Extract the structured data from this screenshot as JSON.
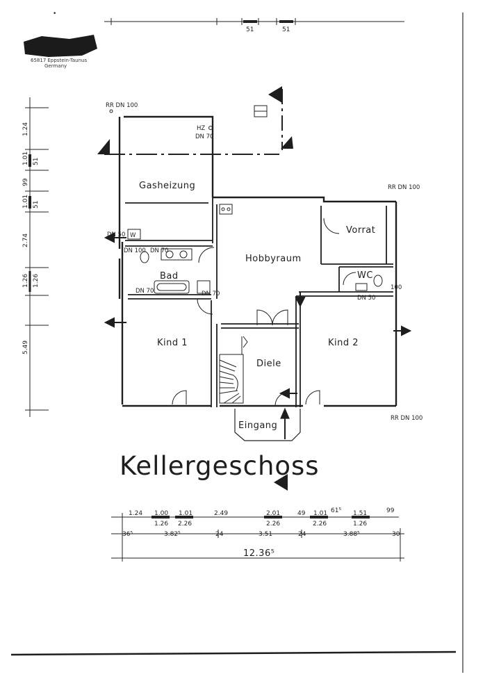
{
  "header": {
    "address_line1": "65817 Eppstein-Taunus",
    "address_line2": "Germany",
    "top_dims": [
      "51",
      "51"
    ]
  },
  "plan": {
    "title": "Kellergeschoss",
    "rooms": {
      "gasheizung": "Gasheizung",
      "hobbyraum": "Hobbyraum",
      "vorrat": "Vorrat",
      "bad": "Bad",
      "wc": "WC",
      "kind1": "Kind 1",
      "kind2": "Kind 2",
      "diele": "Diele",
      "eingang": "Eingang"
    },
    "notes": {
      "rr_top": "RR DN 100",
      "rr_right": "RR DN 100",
      "rr_bottom": "RR DN 100",
      "hz": "HZ",
      "hz_dn": "DN 70",
      "dn50_left": "DN 50",
      "w": "W",
      "dn100_bath": "DN 100",
      "dn70_bath": "DN 70",
      "dn70_tub": "DN 70",
      "dn70_right": "DN 70",
      "dn100_wc": "100",
      "dn50_wc": "DN 50"
    }
  },
  "left_dims": [
    "1.24",
    "1.01",
    "51",
    "99",
    "1.01",
    "51",
    "2.74",
    "1.26",
    "1.26",
    "5.49"
  ],
  "bottom_dims": {
    "row1": [
      "1.24",
      "1.00",
      "1.01",
      "2.49",
      "2.01",
      "49",
      "1.01",
      "61⁵",
      "1.51",
      "99"
    ],
    "row2": [
      "1.26",
      "2.26",
      "2.26",
      "2.26",
      "1.26"
    ],
    "row3": [
      "36⁵",
      "3.82⁵",
      "24",
      "3.51",
      "24",
      "3.88⁵",
      "30"
    ],
    "total": "12.36⁵"
  }
}
